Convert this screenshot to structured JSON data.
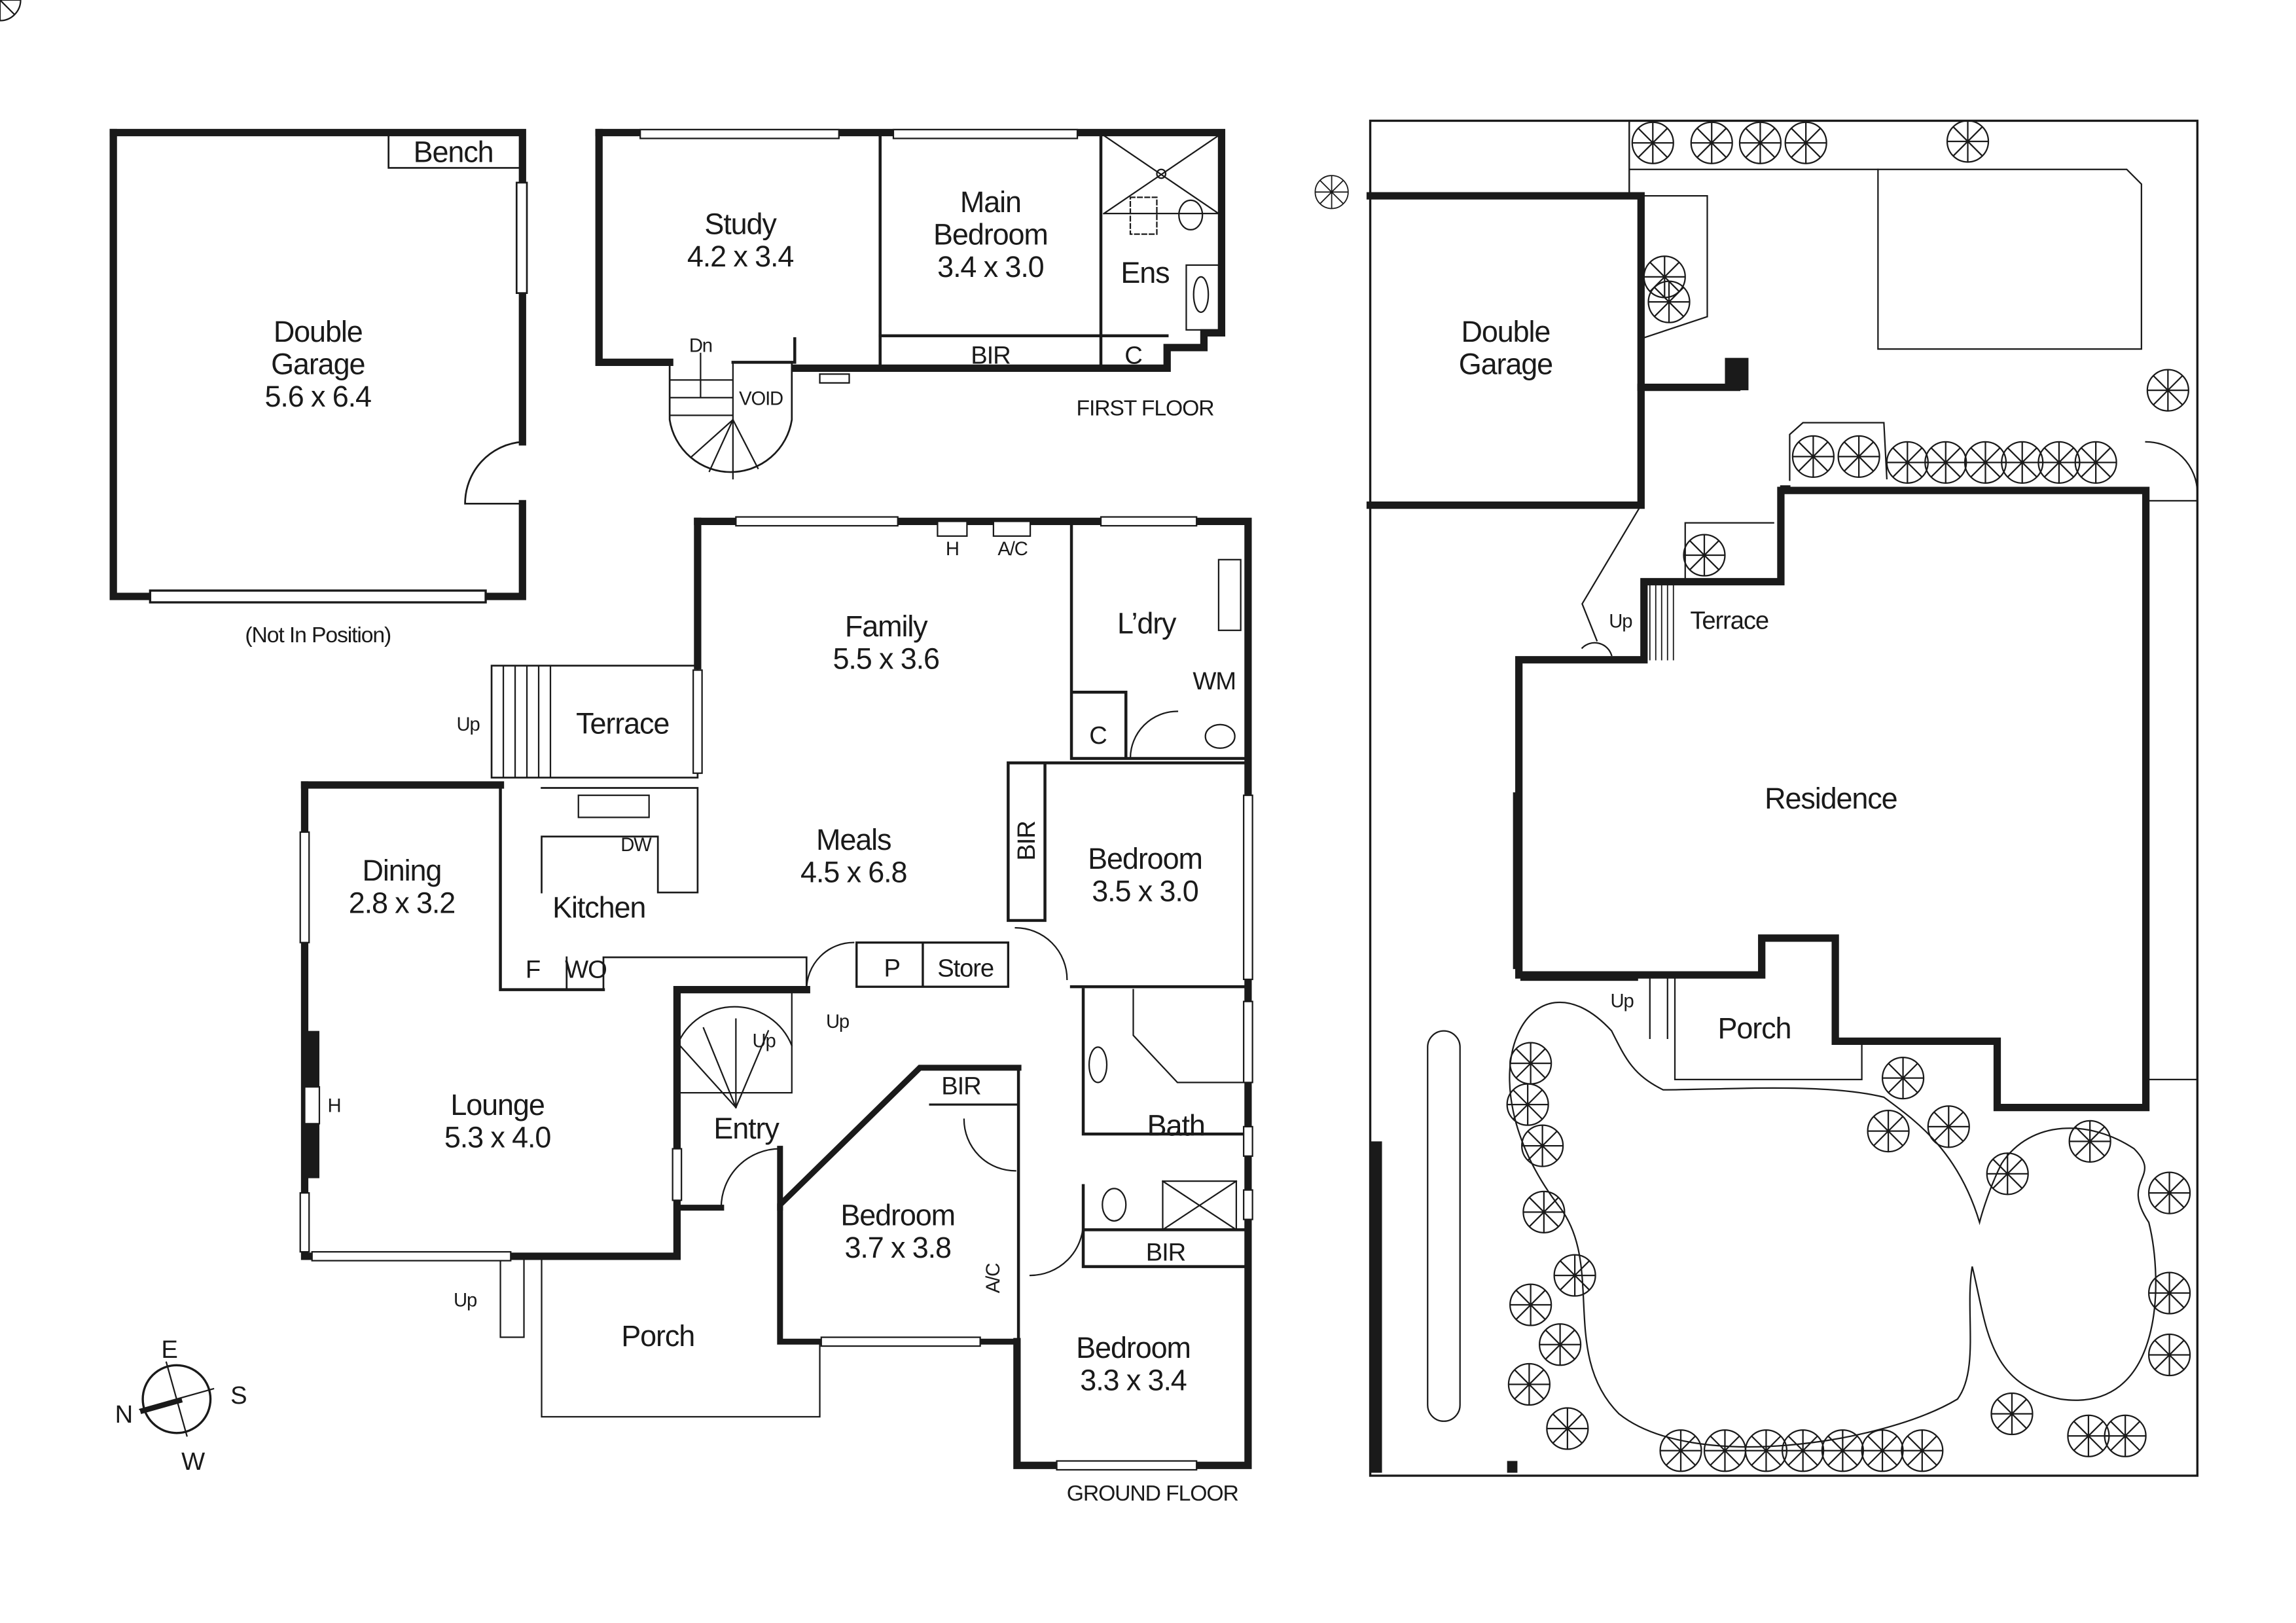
{
  "plan": {
    "first_floor_caption": "FIRST FLOOR",
    "ground_floor_caption": "GROUND FLOOR",
    "garage_note": "(Not In Position)"
  },
  "garage": {
    "name_line1": "Double",
    "name_line2": "Garage",
    "dims": "5.6 x 6.4",
    "bench": "Bench"
  },
  "first_floor": {
    "study": {
      "name": "Study",
      "dims": "4.2 x 3.4"
    },
    "main_bedroom": {
      "name_line1": "Main",
      "name_line2": "Bedroom",
      "dims": "3.4 x 3.0"
    },
    "ensuite": "Ens",
    "bir": "BIR",
    "cupboard": "C",
    "void": "VOID",
    "down": "Dn"
  },
  "ground_floor": {
    "family": {
      "name": "Family",
      "dims": "5.5 x 3.6"
    },
    "meals": {
      "name": "Meals",
      "dims": "4.5 x 6.8"
    },
    "laundry": "L’dry",
    "washing_machine": "WM",
    "laundry_cupboard": "C",
    "heater": "H",
    "aircon": "A/C",
    "terrace": "Terrace",
    "terrace_up": "Up",
    "dining": {
      "name": "Dining",
      "dims": "2.8 x 3.2"
    },
    "kitchen": "Kitchen",
    "dishwasher": "DW",
    "fridge": "F",
    "wall_oven": "WO",
    "pantry": "P",
    "store": "Store",
    "bedroom_2": {
      "name": "Bedroom",
      "dims": "3.5 x 3.0"
    },
    "bedroom_2_bir": "BIR",
    "lounge": {
      "name": "Lounge",
      "dims": "5.3 x 4.0"
    },
    "lounge_heater": "H",
    "entry": "Entry",
    "stairs_up_1": "Up",
    "stairs_up_2": "Up",
    "bath": "Bath",
    "bedroom_3": {
      "name": "Bedroom",
      "dims": "3.7 x 3.8"
    },
    "bedroom_3_bir": "BIR",
    "bedroom_3_aircon": "A/C",
    "bedroom_4": {
      "name": "Bedroom",
      "dims": "3.3 x 3.4"
    },
    "bedroom_4_bir": "BIR",
    "porch": "Porch",
    "porch_up": "Up"
  },
  "compass": {
    "north": "N",
    "east": "E",
    "south": "S",
    "west": "W"
  },
  "site_plan": {
    "garage_line1": "Double",
    "garage_line2": "Garage",
    "residence": "Residence",
    "terrace": "Terrace",
    "terrace_up": "Up",
    "porch": "Porch",
    "porch_up": "Up"
  }
}
